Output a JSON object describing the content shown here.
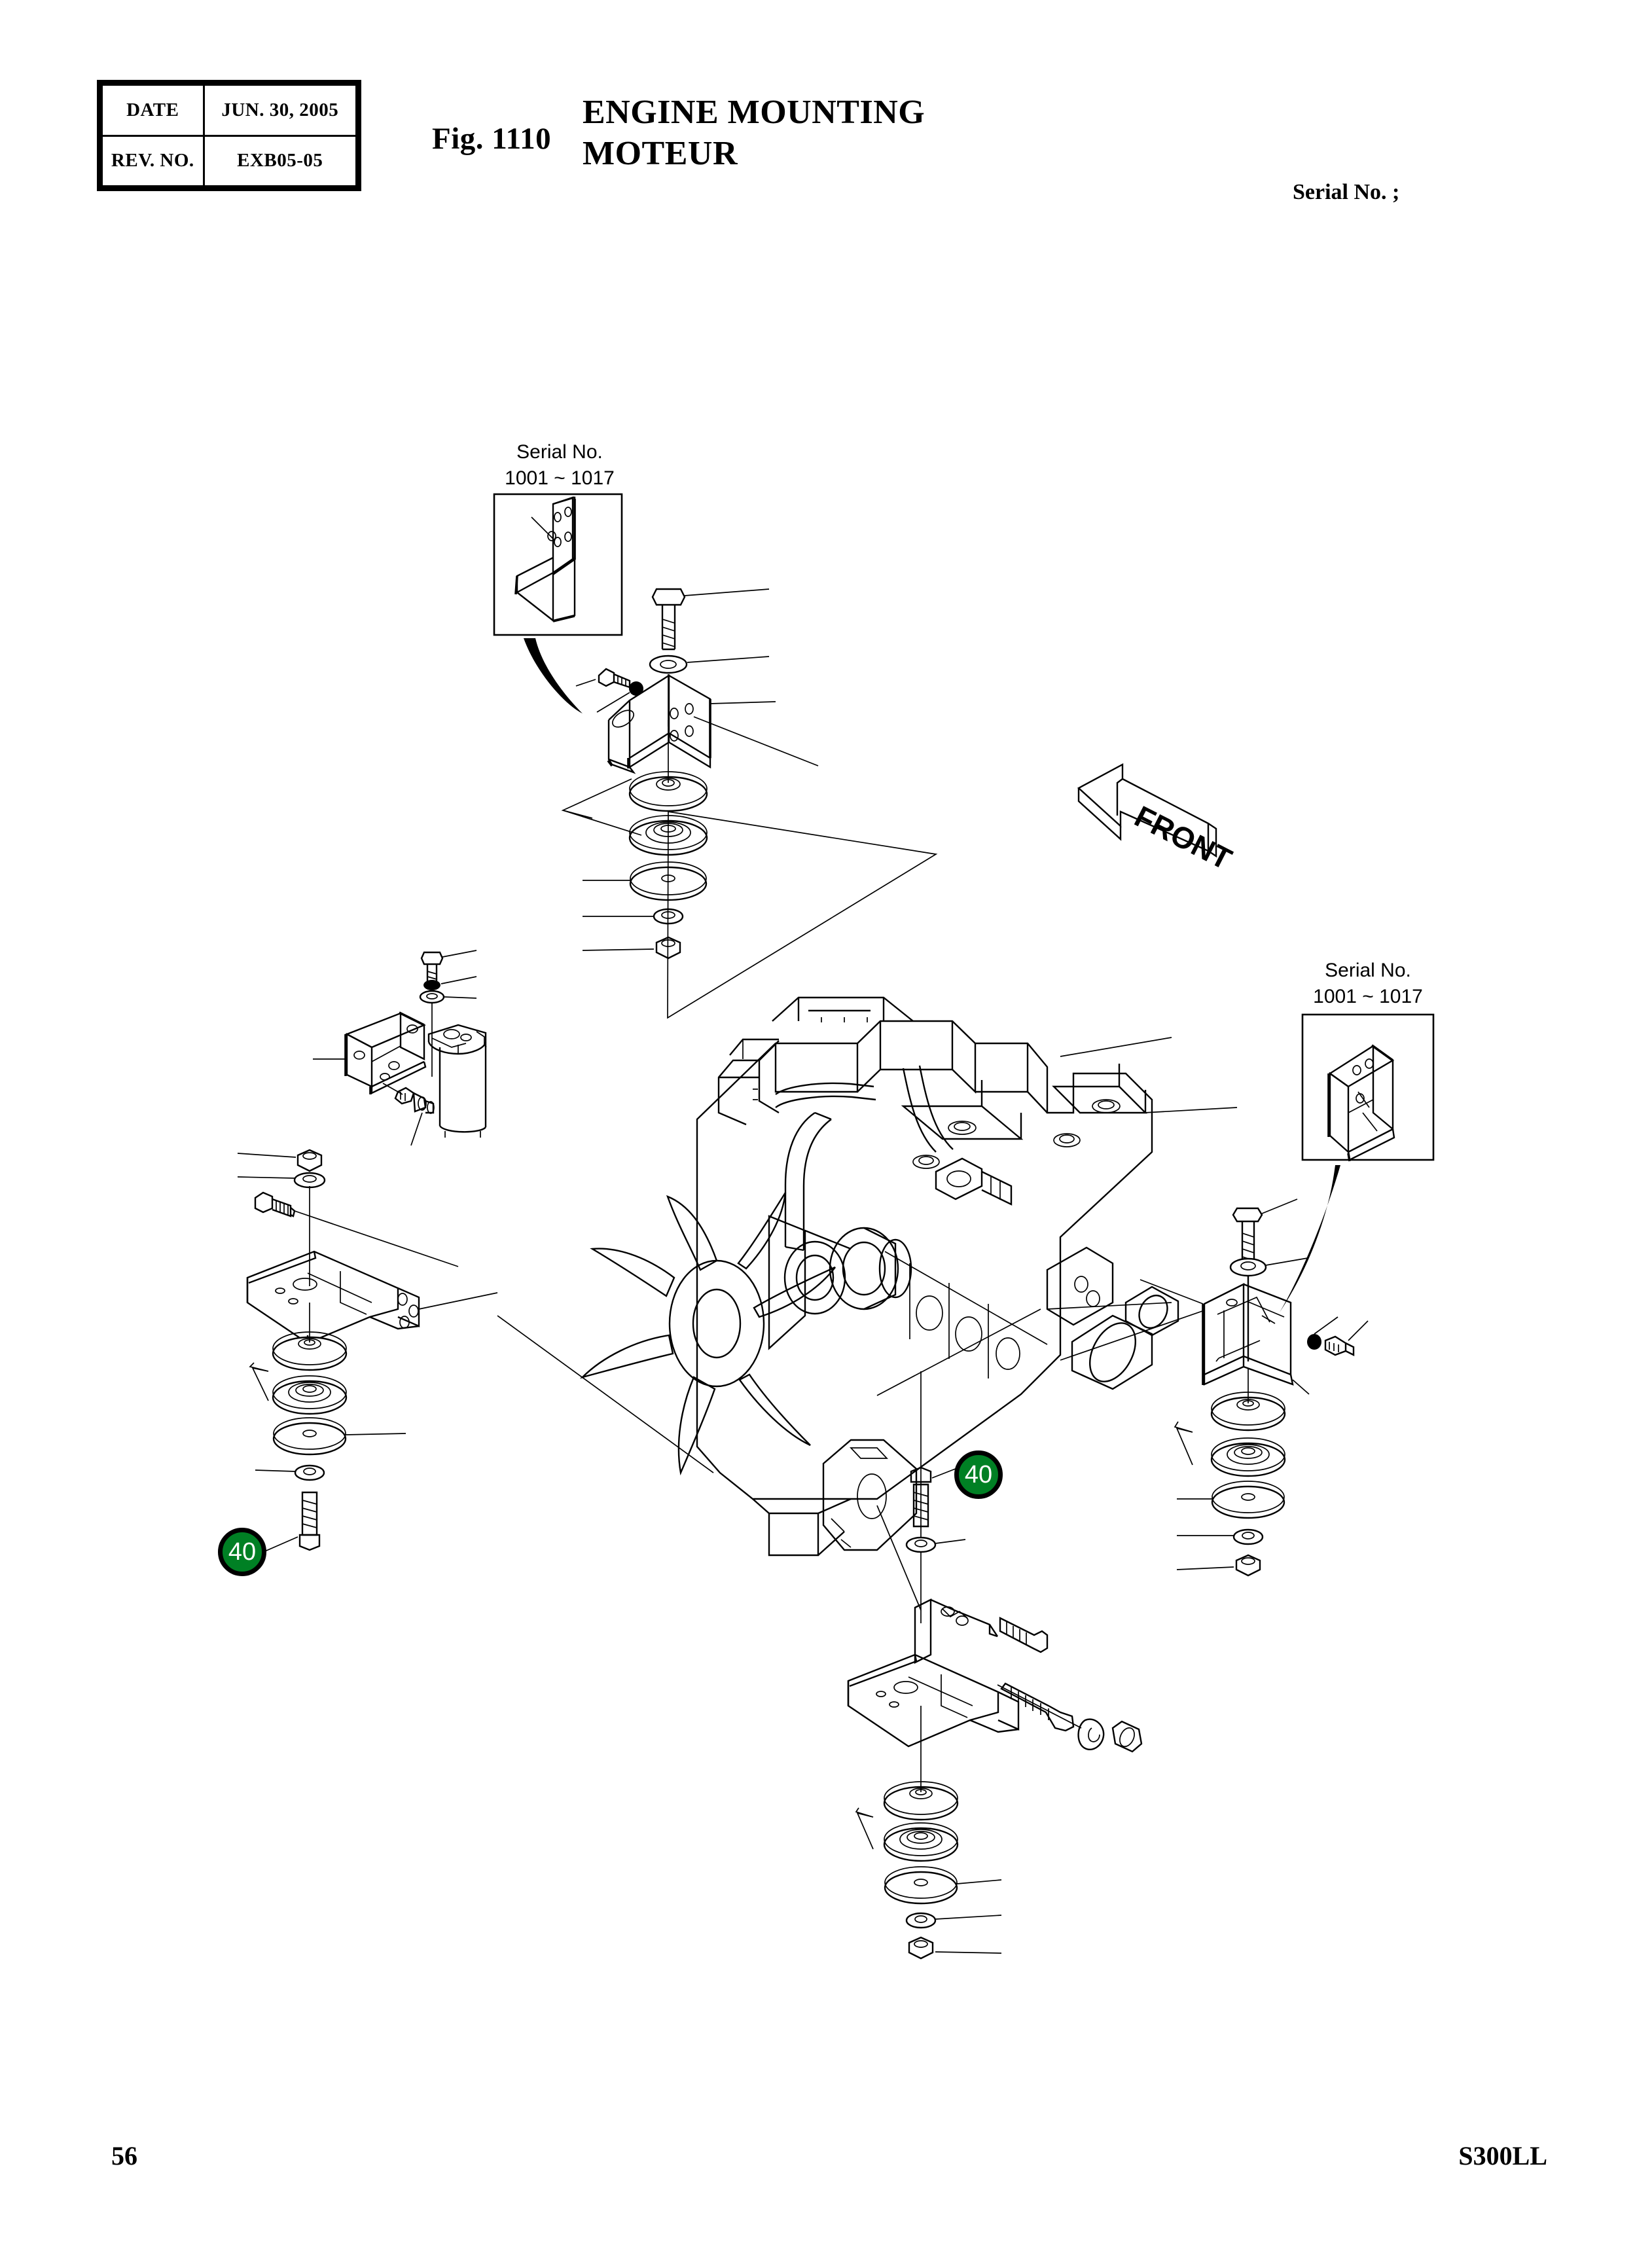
{
  "header": {
    "table": {
      "rows": [
        {
          "label": "DATE",
          "value": "JUN. 30, 2005"
        },
        {
          "label": "REV. NO.",
          "value": "EXB05-05"
        }
      ]
    },
    "fig_number": "Fig. 1110",
    "title_en": "ENGINE MOUNTING",
    "title_fr": "MOTEUR",
    "serial_note": "Serial No. ;"
  },
  "footer": {
    "page_number": "56",
    "model_code": "S300LL"
  },
  "diagram": {
    "type": "exploded-isometric-parts-diagram",
    "subject": "Engine mounting assembly",
    "orientation_marker": "FRONT",
    "insets": [
      {
        "id": "inset-left",
        "caption_line1": "Serial No.",
        "caption_line2": "1001 ~ 1017",
        "depicts": "engine-mount-bracket-left"
      },
      {
        "id": "inset-right",
        "caption_line1": "Serial No.",
        "caption_line2": "1001 ~ 1017",
        "depicts": "engine-mount-bracket-right"
      }
    ],
    "callouts": [
      {
        "id": "callout-left",
        "number": "40",
        "color": "#008024"
      },
      {
        "id": "callout-right",
        "number": "40",
        "color": "#008024"
      }
    ],
    "assemblies": [
      {
        "id": "mount-front-left",
        "label": "Front left engine mount stack"
      },
      {
        "id": "mount-rear-left",
        "label": "Rear left engine mount stack"
      },
      {
        "id": "mount-front-right",
        "label": "Front right engine mount stack"
      },
      {
        "id": "mount-rear-right",
        "label": "Rear right engine mount stack"
      },
      {
        "id": "fuel-filter",
        "label": "Fuel filter and bracket"
      },
      {
        "id": "engine-block",
        "label": "Engine assembly with cooling fan"
      }
    ]
  }
}
